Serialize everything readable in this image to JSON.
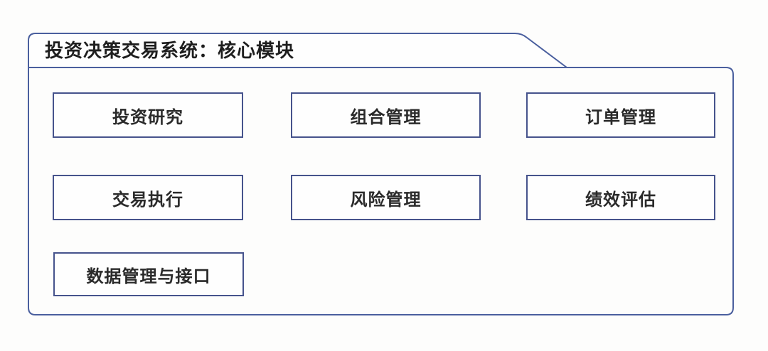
{
  "diagram": {
    "title": "投资决策交易系统：核心模块",
    "modules": [
      {
        "id": "investment-research",
        "label": "投资研究"
      },
      {
        "id": "portfolio-management",
        "label": "组合管理"
      },
      {
        "id": "order-management",
        "label": "订单管理"
      },
      {
        "id": "trade-execution",
        "label": "交易执行"
      },
      {
        "id": "risk-management",
        "label": "风险管理"
      },
      {
        "id": "performance-evaluation",
        "label": "绩效评估"
      },
      {
        "id": "data-management-and-interface",
        "label": "数据管理与接口"
      }
    ],
    "colors": {
      "frame_border": "#4a5f9e",
      "box_border": "#46538c",
      "text": "#2a2a2a",
      "background": "#fdfdfc"
    }
  }
}
